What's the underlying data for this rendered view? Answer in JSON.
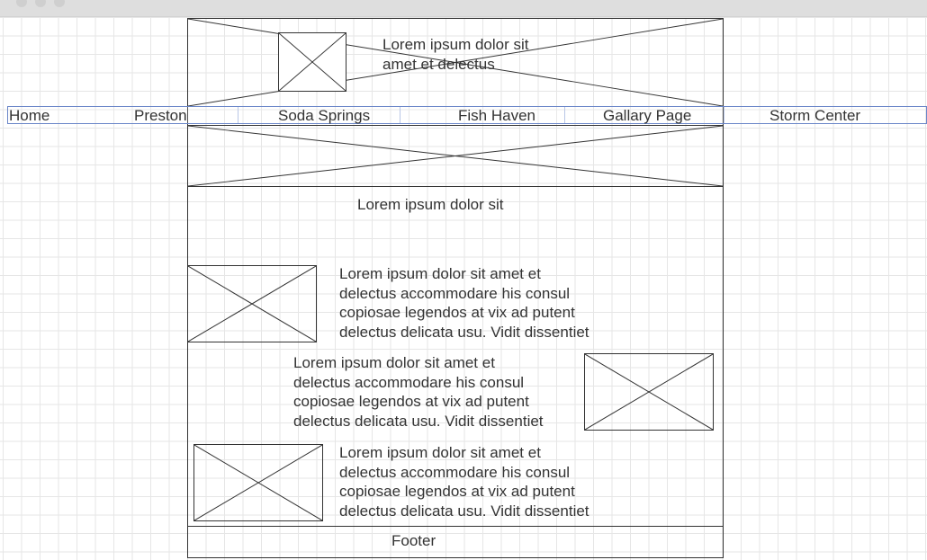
{
  "header": {
    "tagline_line1": "Lorem ipsum dolor sit",
    "tagline_line2": "amet et delectus"
  },
  "nav": {
    "items": [
      "Home",
      "Preston",
      "Soda Springs",
      "Fish Haven",
      "Gallary Page",
      "Storm Center"
    ]
  },
  "main": {
    "heading": "Lorem ipsum dolor sit",
    "sections": [
      {
        "lines": [
          "Lorem ipsum dolor sit amet et",
          "delectus accommodare his consul",
          "copiosae legendos at vix ad putent",
          "delectus delicata usu. Vidit dissentiet"
        ]
      },
      {
        "lines": [
          "Lorem ipsum dolor sit amet et",
          "delectus accommodare his consul",
          "copiosae legendos at vix ad putent",
          "delectus delicata usu. Vidit dissentiet"
        ]
      },
      {
        "lines": [
          "Lorem ipsum dolor sit amet et",
          "delectus accommodare his consul",
          "copiosae legendos at vix ad putent",
          "delectus delicata usu. Vidit dissentiet"
        ]
      }
    ]
  },
  "footer": {
    "label": "Footer"
  }
}
